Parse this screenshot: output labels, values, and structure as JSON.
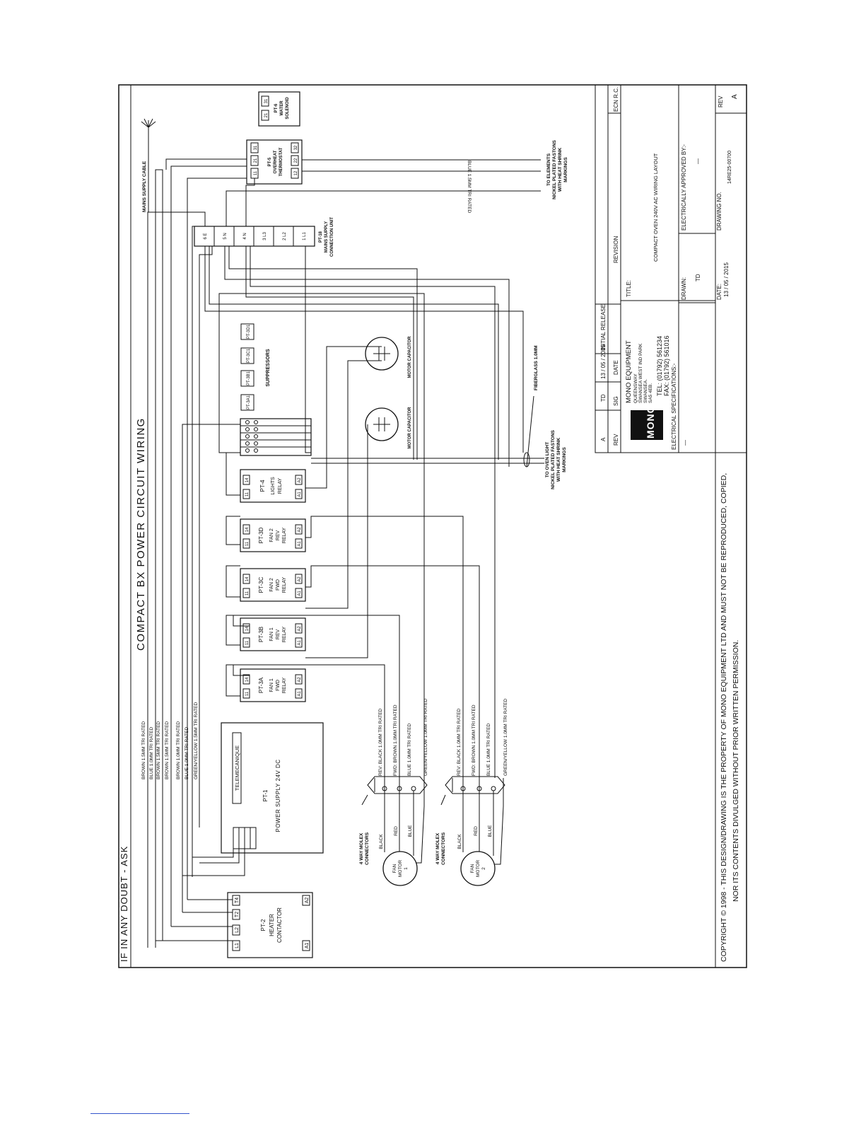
{
  "drawing": {
    "title": "COMPACT BX POWER CIRCUIT WIRING",
    "doubt_note": "IF IN ANY DOUBT - ASK",
    "copyright_line1": "COPYRIGHT © 1998 - THIS DESIGN/DRAWING IS THE PROPERTY OF MONO EQUIPMENT LTD AND MUST NOT BE REPRODUCED, COPIED,",
    "copyright_line2": "NOR ITS CONTENTS DIVULGED WITHOUT PRIOR WRITTEN PERMISSION."
  },
  "components": {
    "pt2": {
      "name": "PT-2",
      "desc1": "HEATER",
      "desc2": "CONTACTOR",
      "terminals": [
        "L1",
        "L2",
        "T2",
        "T4",
        "A1",
        "A2"
      ]
    },
    "pt1": {
      "name": "PT-1",
      "desc": "POWER SUPPLY 24V DC",
      "brand": "TELEMECANIQUE"
    },
    "pt3a": {
      "name": "PT-3A",
      "l1": "FAN 1",
      "l2": "FWD",
      "l3": "RELAY"
    },
    "pt3b": {
      "name": "PT-3B",
      "l1": "FAN 1",
      "l2": "REV",
      "l3": "RELAY"
    },
    "pt3c": {
      "name": "PT-3C",
      "l1": "FAN 2",
      "l2": "FWD",
      "l3": "RELAY"
    },
    "pt3d": {
      "name": "PT-3D",
      "l1": "FAN 2",
      "l2": "REV",
      "l3": "RELAY"
    },
    "pt4": {
      "name": "PT-4",
      "l1": "LIGHTS",
      "l2": "RELAY"
    },
    "relay_terminals": [
      "11",
      "14",
      "A1",
      "A2"
    ],
    "pt5": {
      "name": "PT-5",
      "l1": "OVERHEAT",
      "l2": "THERMOSTAT",
      "terminals": [
        "11",
        "21",
        "31",
        "12",
        "22",
        "32"
      ]
    },
    "pt6": {
      "name": "PT-6",
      "l1": "WATER",
      "l2": "SOLENOID",
      "terminals": [
        "21",
        "31"
      ]
    },
    "pt18": {
      "name": "PT-18",
      "l1": "MAINS SUPPLY",
      "l2": "CONNECTION UNIT",
      "terminals": [
        "6 E",
        "5 N",
        "4 N",
        "3 L3",
        "2 L2",
        "1 L1"
      ]
    },
    "suppressors": {
      "label": "SUPPRESSORS",
      "items": [
        "PT-3A1",
        "PT-3B1",
        "PT-3C1",
        "PT-3D1"
      ]
    },
    "capacitor_label": "MOTOR CAPACITOR",
    "fan1": {
      "l1": "FAN",
      "l2": "MOTOR",
      "l3": "1"
    },
    "fan2": {
      "l1": "FAN",
      "l2": "MOTOR",
      "l3": "2"
    },
    "molex": {
      "l1": "4 WAY MOLEX",
      "l2": "CONNECTORS"
    },
    "wire_colors": [
      "BLACK",
      "RED",
      "BLUE"
    ]
  },
  "cables": {
    "heater": [
      "BROWN 1.5MM TRI RATED",
      "BLUE 1.0MM TRI RATED",
      "BROWN 1.5MM TRI RATED",
      "BROWN 1.5MM TRI RATED",
      "BROWN 1.0MM TRI RATED",
      "BLUE 1.0MM TRI RATED",
      "GREEN/YELLOW 1.5MM TRI RATED"
    ],
    "fan1": [
      "REV: BLACK 1.0MM TRI RATED",
      "FWD: BROWN 1.0MM TRI RATED",
      "BLUE 1.0MM TRI RATED",
      "GREEN/YELLOW 1.0MM TRI RATED"
    ],
    "fan2": [
      "REV: BLACK 1.0MM TRI RATED",
      "FWD: BROWN 1.0MM TRI RATED",
      "BLUE 1.0MM TRI RATED",
      "GREEN/YELLOW 1.0MM TRI RATED"
    ],
    "mains": "MAINS SUPPLY CABLE",
    "blue_tri": "BLUE 1.5MM TRI RATED",
    "fiberglass": "FIBERGLASS 1.0MM",
    "to_elements": [
      "TO ELEMENTS",
      "NICKEL PLATED FASTONS",
      "WITH HEAT SHRINK",
      "MARKINGS"
    ],
    "to_light": [
      "TO OVEN LIGHT",
      "NICKEL PLATED FASTONS",
      "WITH HEAT SHRINK",
      "MARKINGS"
    ]
  },
  "title_block": {
    "rev_row": {
      "rev": "A",
      "sig": "TD",
      "date": "13 / 05 / 2015",
      "revision": "INITIAL RELEASE"
    },
    "headers": {
      "rev": "REV",
      "sig": "SIG",
      "date": "DATE",
      "revision": "REVISION",
      "ecn": "ECN R.C."
    },
    "company": [
      "MONO EQUIPMENT",
      "QUEENSWAY",
      "SWANSEA WEST IND PARK",
      "SWANSEA.",
      "SA5 4EB."
    ],
    "tel": "TEL: (01792) 561234",
    "fax": "FAX: (01792) 561016",
    "logo": "MONO",
    "title_label": "TITLE:",
    "title_value": "COMPACT OVEN 240V AC WIRING LAYOUT",
    "elec_spec_label": "ELECTRICAL SPECIFICATIONS:-",
    "elec_spec_value": "—",
    "drawn_label": "DRAWN:",
    "drawn_value": "TD",
    "approved_label": "ELECTRICALLY APPROVED BY:-",
    "approved_value": "—",
    "date_label": "DATE:",
    "date_value": "13 / 05 / 2015",
    "drawing_no_label": "DRAWING NO.",
    "drawing_no_value": "14RE25-00700",
    "rev_label": "REV",
    "rev_value": "A"
  }
}
